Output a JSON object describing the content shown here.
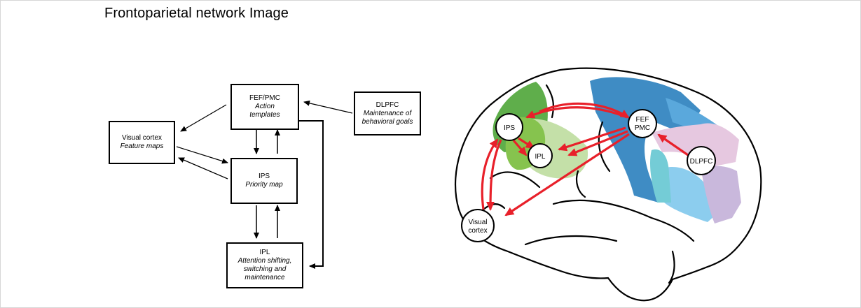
{
  "page": {
    "title": "Frontoparietal network Image"
  },
  "flowchart": {
    "boxes": {
      "fef_pmc": {
        "title": "FEF/PMC",
        "lines": [
          "Action",
          "templates"
        ]
      },
      "dlpfc": {
        "title": "DLPFC",
        "lines": [
          "Maintenance of",
          "behavioral goals"
        ]
      },
      "visual_cortex": {
        "title": "Visual cortex",
        "lines": [
          "Feature maps"
        ]
      },
      "ips": {
        "title": "IPS",
        "lines": [
          "Priority map"
        ]
      },
      "ipl": {
        "title": "IPL",
        "lines": [
          "Attention shifting,",
          "switching and",
          "maintenance"
        ]
      }
    }
  },
  "brain": {
    "nodes": {
      "ips": [
        "IPS"
      ],
      "ipl": [
        "IPL"
      ],
      "fef_pmc": [
        "FEF",
        "PMC"
      ],
      "dlpfc": [
        "DLPFC"
      ],
      "visual_cortex": [
        "Visual",
        "cortex"
      ]
    },
    "colors": {
      "arrow": "#e8202a",
      "parietal_dark": "#5fae4b",
      "parietal_mid": "#86c34e",
      "parietal_light": "#c4e0a8",
      "frontal_dark_blue": "#3f8cc4",
      "frontal_mid_blue": "#5aa8dc",
      "frontal_light_blue": "#8ccdee",
      "frontal_cyan": "#74ccd6",
      "frontal_pink": "#e6c8e0",
      "frontal_lavender": "#c9b8dc"
    }
  }
}
